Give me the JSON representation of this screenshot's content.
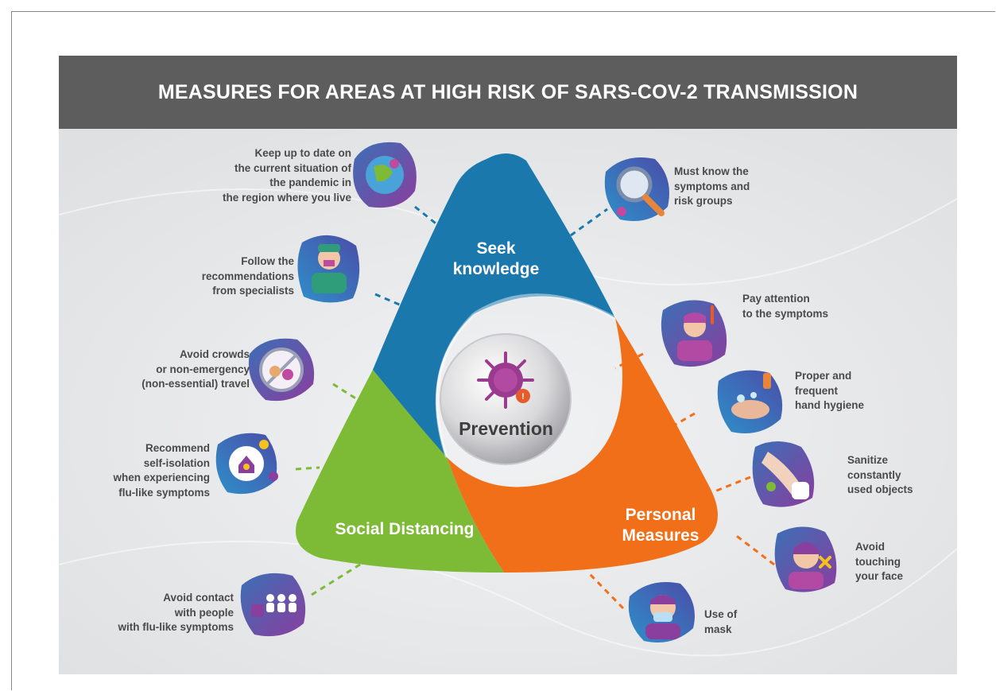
{
  "title": "MEASURES FOR AREAS AT HIGH RISK OF SARS-COV-2 TRANSMISSION",
  "center": {
    "label": "Prevention",
    "icon": "virus-icon"
  },
  "sections": {
    "seek_knowledge": {
      "label": "Seek knowledge",
      "line1": "Seek",
      "line2": "knowledge",
      "color": "#1b78ad"
    },
    "personal_measures": {
      "label": "Personal Measures",
      "line1": "Personal",
      "line2": "Measures",
      "color": "#f26f1a"
    },
    "social_distancing": {
      "label": "Social Distancing",
      "color": "#7dba36"
    }
  },
  "left_items": [
    {
      "icon": "globe-icon",
      "lines": [
        "Keep up to date on",
        "the current situation of",
        "the pandemic in",
        "the region where you live"
      ]
    },
    {
      "icon": "doctor-icon",
      "lines": [
        "Follow the",
        "recommendations",
        "from specialists"
      ]
    },
    {
      "icon": "no-crowds-icon",
      "lines": [
        "Avoid crowds",
        "or non-emergency",
        "(non-essential) travel"
      ]
    },
    {
      "icon": "home-isolation-icon",
      "lines": [
        "Recommend",
        "self-isolation",
        "when experiencing",
        "flu-like symptoms"
      ]
    },
    {
      "icon": "people-contact-icon",
      "lines": [
        "Avoid contact",
        "with people",
        "with flu-like symptoms"
      ]
    }
  ],
  "right_items": [
    {
      "icon": "magnifier-icon",
      "lines": [
        "Must know the",
        "symptoms and",
        "risk groups"
      ]
    },
    {
      "icon": "thermometer-person-icon",
      "lines": [
        "Pay attention",
        "to the symptoms"
      ]
    },
    {
      "icon": "hand-wash-icon",
      "lines": [
        "Proper and",
        "frequent",
        "hand hygiene"
      ]
    },
    {
      "icon": "sanitize-icon",
      "lines": [
        "Sanitize",
        "constantly",
        "used objects"
      ]
    },
    {
      "icon": "no-face-touch-icon",
      "lines": [
        "Avoid",
        "touching",
        "your face"
      ]
    },
    {
      "icon": "mask-icon",
      "lines": [
        "Use of",
        "mask"
      ]
    }
  ]
}
